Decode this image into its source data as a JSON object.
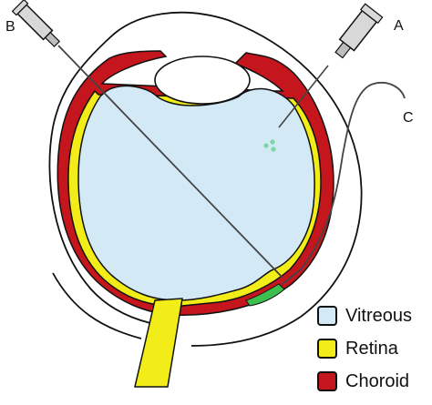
{
  "labels": {
    "a": "A",
    "b": "B",
    "c": "C"
  },
  "legend": [
    {
      "label": "Vitreous",
      "color": "#d3e9f6"
    },
    {
      "label": "Retina",
      "color": "#f2ec19"
    },
    {
      "label": "Choroid",
      "color": "#c4161c"
    }
  ],
  "colors": {
    "vitreous": "#d3e9f6",
    "retina": "#f2ec19",
    "choroid": "#c4161c",
    "lesion": "#3dbf4f",
    "injection_dots": "#7ed6a2",
    "outline": "#111111"
  }
}
